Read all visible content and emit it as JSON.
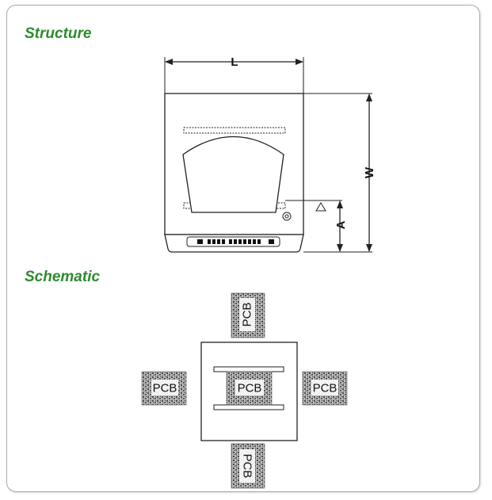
{
  "headings": {
    "structure": "Structure",
    "schematic": "Schematic"
  },
  "dimensions": {
    "length": "L",
    "width": "W",
    "height_a": "A"
  },
  "pcb": {
    "top": "PCB",
    "left": "PCB",
    "center": "PCB",
    "right": "PCB",
    "bottom": "PCB"
  },
  "colors": {
    "heading": "#2e8b2e",
    "frame_border": "#a9a9a9",
    "line": "#222222",
    "pcb_fill": "#9a9a9a"
  }
}
